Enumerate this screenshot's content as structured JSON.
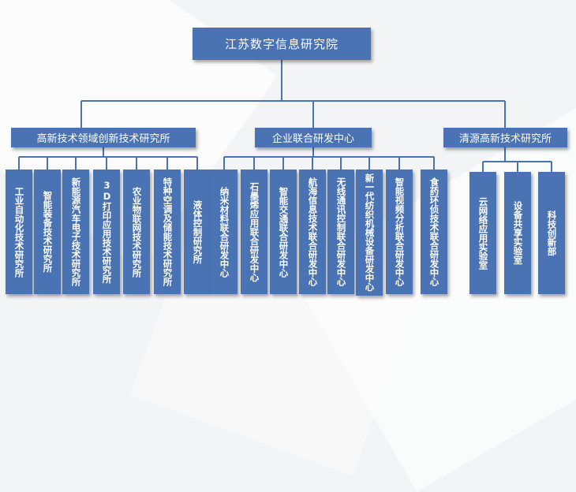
{
  "root": {
    "label": "江苏数字信息研究院"
  },
  "branches": [
    {
      "label": "高新技术领域创新技术研究所",
      "children": [
        "工业自动化技术研究所",
        "智能装备技术研究所",
        "新能源汽车电子技术研究所",
        "3D打印应用技术研究所",
        "农业物联网技术研究所",
        "特种空调及储能技术研究所",
        "液体控制研究所"
      ]
    },
    {
      "label": "企业联合研发中心",
      "children": [
        "纳米材料联合研发中心",
        "石墨烯应用联合研发中心",
        "智能交通联合研发中心",
        "航海信息技术联合研发中心",
        "无线通讯控制联合研发中心",
        "新一代纺织机械设备研发中心",
        "智能视频分析联合研发中心",
        "食药环侦技术联合研发中心"
      ]
    },
    {
      "label": "清源高新技术研究所",
      "children": [
        "云网络应用实验室",
        "设备共享实验室",
        "科技创新部"
      ]
    }
  ],
  "colors": {
    "box": "#4a73b3",
    "line": "#4a73b3",
    "text": "#ffffff"
  }
}
